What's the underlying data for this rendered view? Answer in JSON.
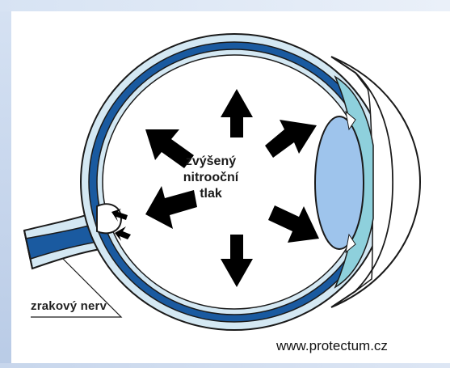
{
  "labels": {
    "pressure_line1": "zvýšený",
    "pressure_line2": "nitrooční",
    "pressure_line3": "tlak",
    "nerve": "zrakový nerv",
    "credit": "www.protectum.cz"
  },
  "colors": {
    "background": "#ffffff",
    "frame": "#c9d8ee",
    "sclera_blue": "#1a5aa0",
    "light_blue": "#d4e8f3",
    "lens": "#9ec4ec",
    "cornea": "#8ed0dc",
    "outline": "#1a1a1a",
    "arrow": "#000000"
  }
}
